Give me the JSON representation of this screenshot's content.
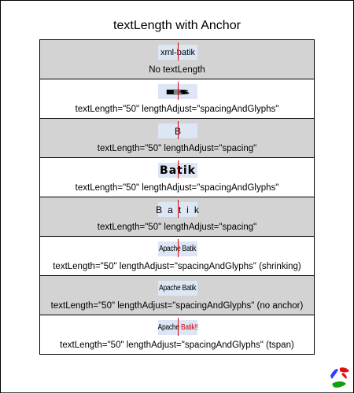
{
  "title": "textLength with Anchor",
  "rows": [
    {
      "sample": "xml-batik",
      "caption": "No textLength"
    },
    {
      "sample": "B",
      "caption": "textLength=\"50\" lengthAdjust=\"spacingAndGlyphs\""
    },
    {
      "sample": "B",
      "caption": "textLength=\"50\" lengthAdjust=\"spacing\""
    },
    {
      "sample": "Batik",
      "caption": "textLength=\"50\" lengthAdjust=\"spacingAndGlyphs\""
    },
    {
      "sample": "Batik",
      "caption": "textLength=\"50\" lengthAdjust=\"spacing\""
    },
    {
      "sample": "Apache Batik",
      "caption": "textLength=\"50\" lengthAdjust=\"spacingAndGlyphs\" (shrinking)"
    },
    {
      "sample": "Apache Batik",
      "caption": "textLength=\"50\" lengthAdjust=\"spacingAndGlyphs\" (no anchor)"
    },
    {
      "sample_part1": "Apache",
      "sample_part2": "Batik!!",
      "caption": "textLength=\"50\" lengthAdjust=\"spacingAndGlyphs\" (tspan)"
    }
  ],
  "colors": {
    "row_gray": "#d3d3d3",
    "row_white": "#ffffff",
    "sample_box": "#dce6f5",
    "anchor_line": "#e00000",
    "tspan_text": "#e00000"
  },
  "logo": {
    "icon": "batik-logo-icon"
  }
}
